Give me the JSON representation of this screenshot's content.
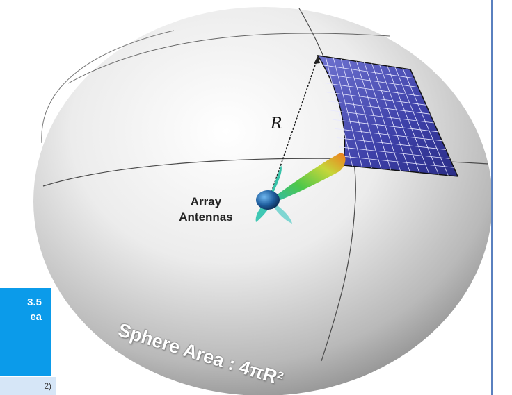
{
  "diagram": {
    "radius_label": "R",
    "antenna_label_line1": "Array",
    "antenna_label_line2": "Antennas",
    "sphere_area_label": "Sphere Area : 4πR²"
  },
  "side_box": {
    "line1": "3.5",
    "line2": "ea"
  },
  "side_strip": {
    "text": "2)"
  },
  "colors": {
    "sphere_light": "#f4f4f4",
    "sphere_dark": "#8c8c8c",
    "panel": "#3b3fa8",
    "accent_box": "#0b9bea",
    "border": "#5a80bf"
  }
}
